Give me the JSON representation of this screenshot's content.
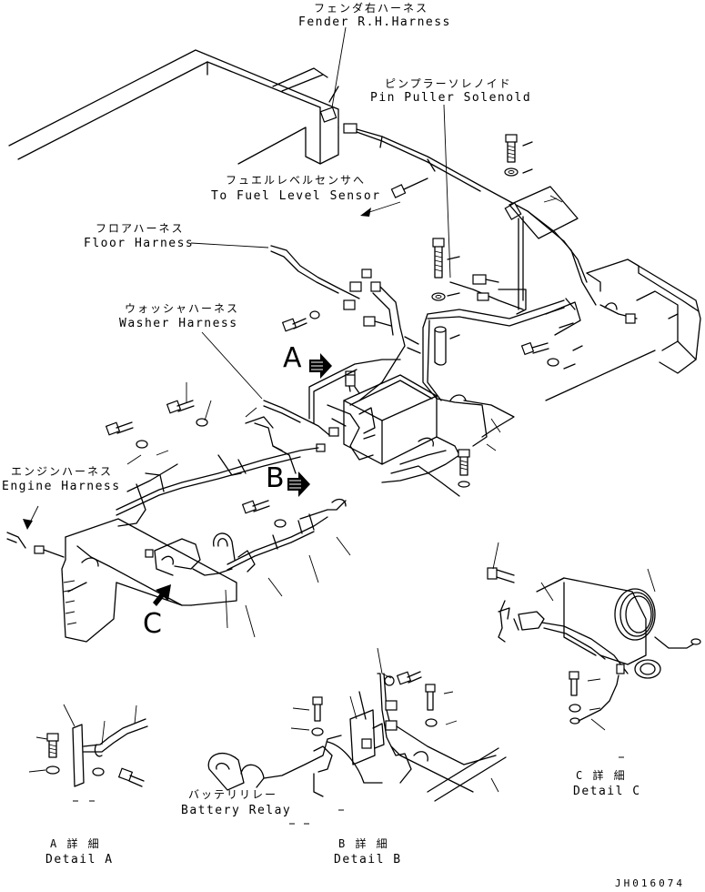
{
  "labels": {
    "fender_jp": "フェンダ右ハーネス",
    "fender_en": "Fender R.H.Harness",
    "pin_jp": "ピンプラーソレノイド",
    "pin_en": "Pin Puller Solenold",
    "fuel_jp": "フュエルレベルセンサへ",
    "fuel_en": "To Fuel Level Sensor",
    "floor_jp": "フロアハーネス",
    "floor_en": "Floor Harness",
    "washer_jp": "ウォッシャハーネス",
    "washer_en": "Washer Harness",
    "engine_jp": "エンジンハーネス",
    "engine_en": "Engine Harness",
    "battery_jp": "バッテリリレー",
    "battery_en": "Battery Relay",
    "detail_a_jp": "A 詳 細",
    "detail_a_en": "Detail A",
    "detail_b_jp": "B 詳 細",
    "detail_b_en": "Detail B",
    "detail_c_jp": "C 詳 細",
    "detail_c_en": "Detail C"
  },
  "view_markers": {
    "a": "A",
    "b": "B",
    "c": "C"
  },
  "drawing_code": "JH016074"
}
